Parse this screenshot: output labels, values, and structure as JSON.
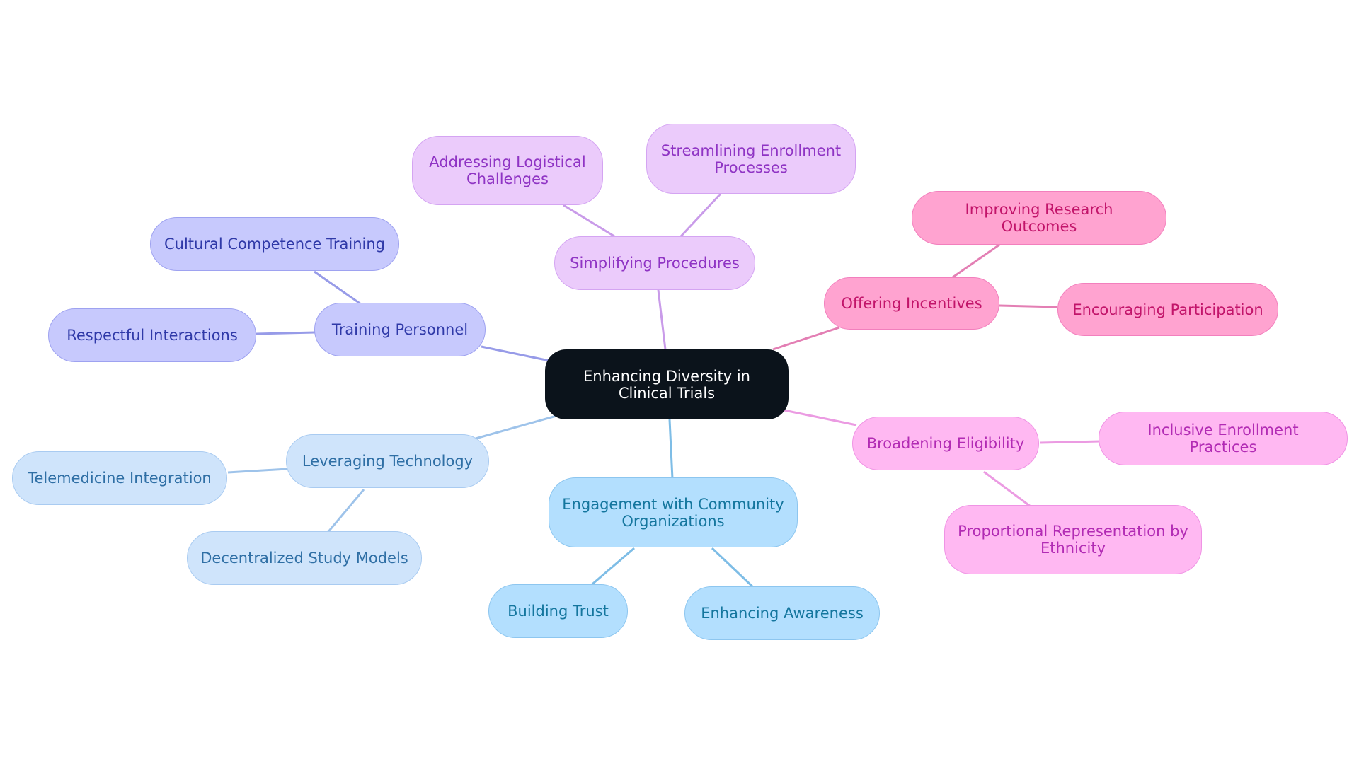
{
  "root": {
    "label": "Enhancing Diversity in Clinical Trials"
  },
  "branches": {
    "simplifying": {
      "label": "Simplifying Procedures",
      "children": [
        "Addressing Logistical Challenges",
        "Streamlining Enrollment Processes"
      ],
      "color": "#d4a4f2"
    },
    "incentives": {
      "label": "Offering Incentives",
      "children": [
        "Improving Research Outcomes",
        "Encouraging Participation"
      ],
      "color": "#e37fb4"
    },
    "eligibility": {
      "label": "Broadening Eligibility",
      "children": [
        "Inclusive Enrollment Practices",
        "Proportional Representation by Ethnicity"
      ],
      "color": "#eb9be2"
    },
    "engagement": {
      "label": "Engagement with Community Organizations",
      "children": [
        "Building Trust",
        "Enhancing Awareness"
      ],
      "color": "#7ebde6"
    },
    "technology": {
      "label": "Leveraging Technology",
      "children": [
        "Telemedicine Integration",
        "Decentralized Study Models"
      ],
      "color": "#9ec3ea"
    },
    "training": {
      "label": "Training Personnel",
      "children": [
        "Cultural Competence Training",
        "Respectful Interactions"
      ],
      "color": "#979be8"
    }
  }
}
